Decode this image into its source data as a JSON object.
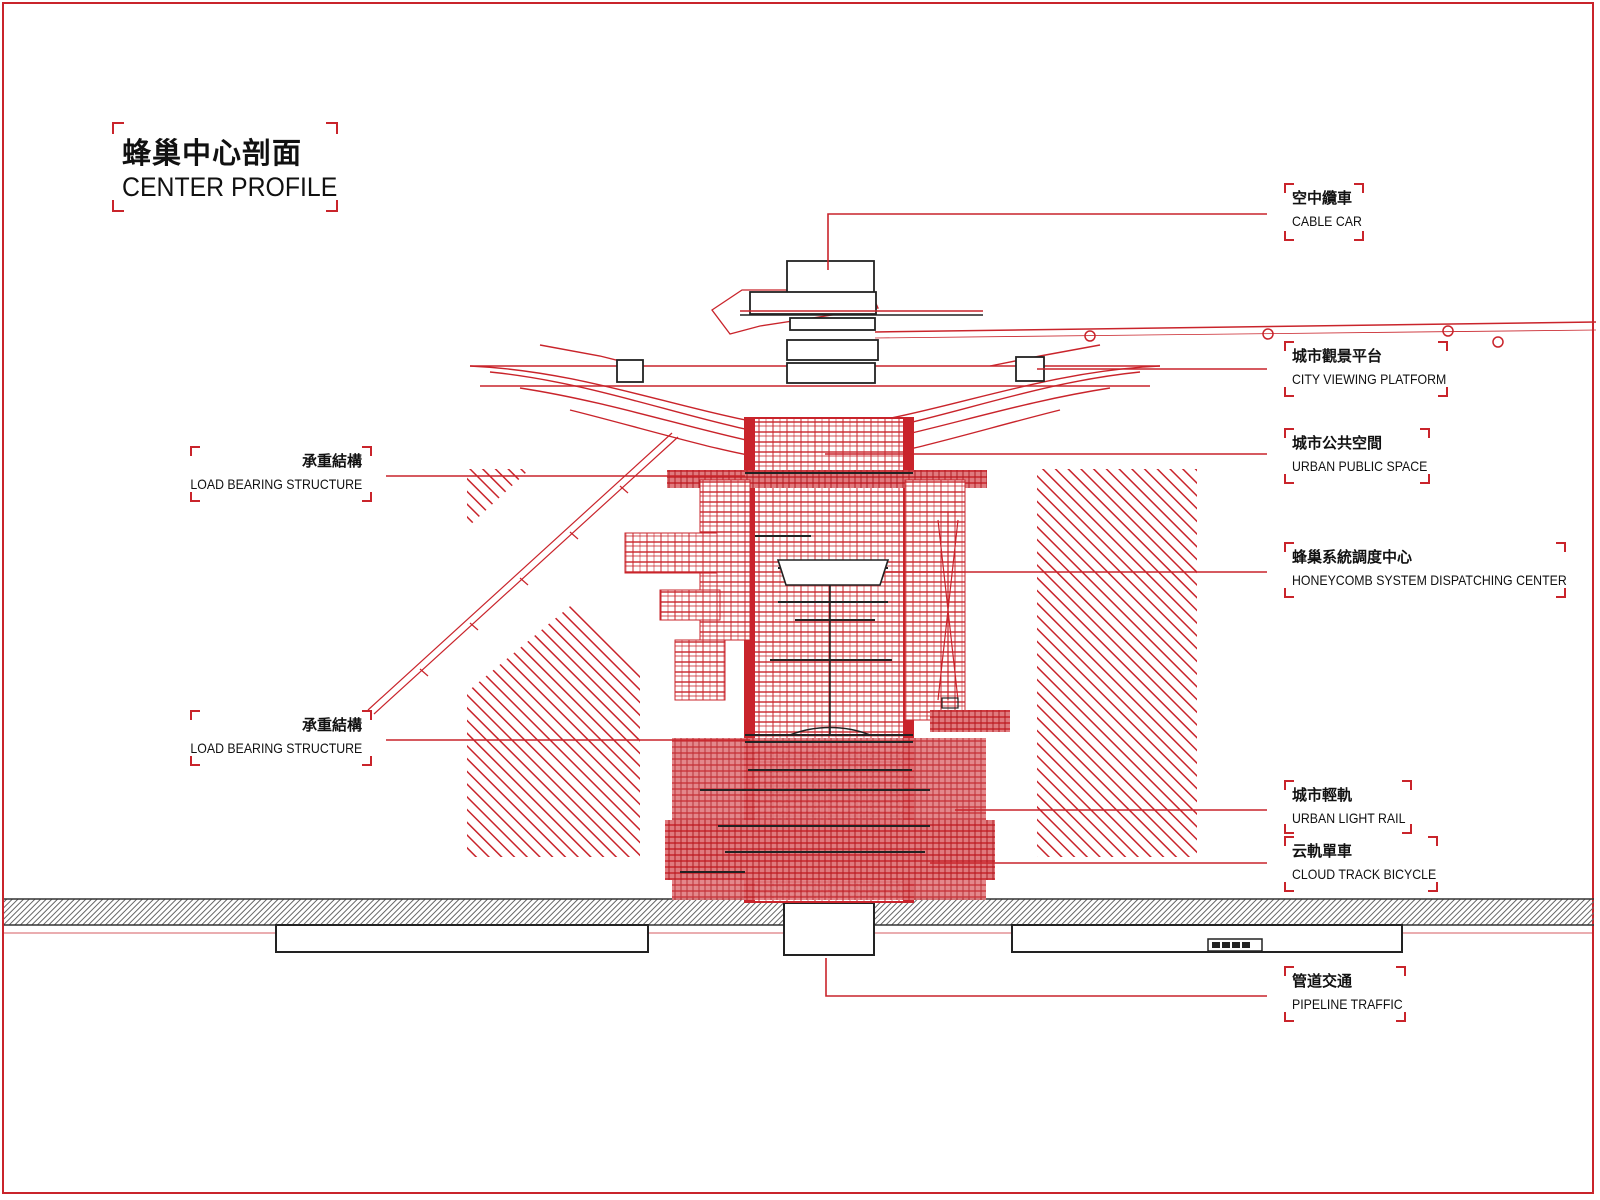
{
  "title": {
    "zh": "蜂巢中心剖面",
    "en": "CENTER PROFILE"
  },
  "callouts": {
    "cable_car": {
      "zh": "空中纜車",
      "en": "CABLE CAR"
    },
    "city_viewing_platform": {
      "zh": "城市觀景平台",
      "en": "CITY VIEWING PLATFORM"
    },
    "urban_public_space": {
      "zh": "城市公共空間",
      "en": "URBAN PUBLIC SPACE"
    },
    "dispatching_center": {
      "zh": "蜂巢系統調度中心",
      "en": "HONEYCOMB SYSTEM DISPATCHING CENTER"
    },
    "urban_light_rail": {
      "zh": "城市輕軌",
      "en": "URBAN LIGHT RAIL"
    },
    "cloud_track_bicycle": {
      "zh": "云軌單車",
      "en": "CLOUD TRACK BICYCLE"
    },
    "pipeline_traffic": {
      "zh": "管道交通",
      "en": "PIPELINE TRAFFIC"
    },
    "load_bearing_upper": {
      "zh": "承重結構",
      "en": "LOAD BEARING STRUCTURE"
    },
    "load_bearing_lower": {
      "zh": "承重結構",
      "en": "LOAD BEARING STRUCTURE"
    }
  },
  "colors": {
    "accent": "#c9242b",
    "ink": "#111111",
    "ground": "#777777",
    "background": "#ffffff"
  }
}
